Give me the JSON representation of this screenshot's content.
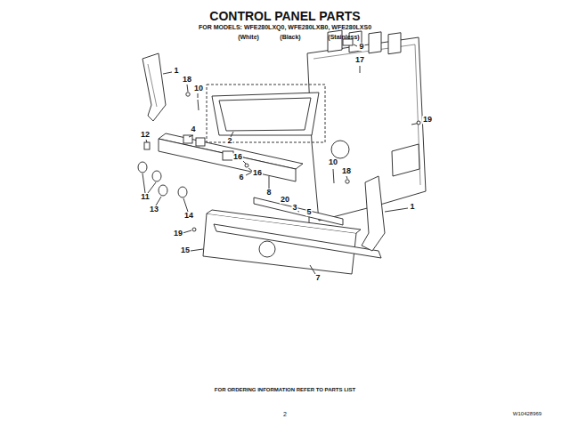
{
  "diagram": {
    "title": "CONTROL PANEL PARTS",
    "labels": [
      "FOR MODELS: WFE280LXQ0, WFE280LXB0, WFE280LXS0",
      "(White)",
      "(Black)",
      "(Stainless)",
      "9",
      "17",
      "1",
      "18",
      "10",
      "19",
      "12",
      "4",
      "2",
      "16",
      "16",
      "6",
      "10",
      "18",
      "8",
      "20",
      "3",
      "5",
      "1",
      "11",
      "13",
      "14",
      "19",
      "15",
      "7",
      "FOR ORDERING INFORMATION REFER TO PARTS LIST",
      "2",
      "W10428969"
    ]
  }
}
